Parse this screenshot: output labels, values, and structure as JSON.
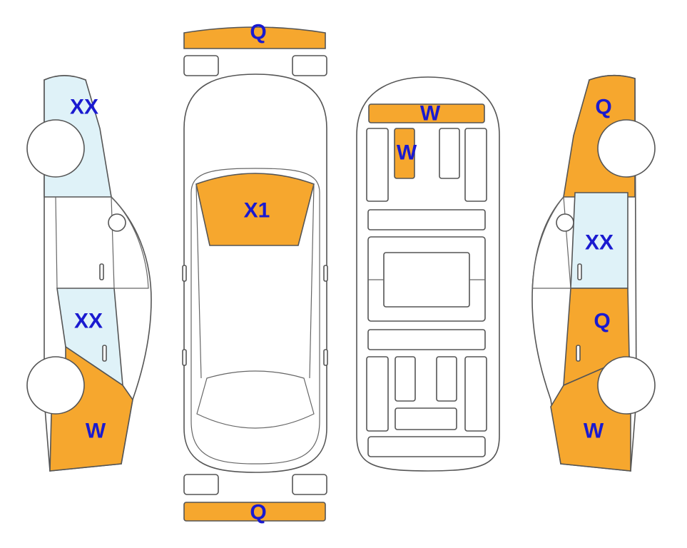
{
  "colors": {
    "label": "#1a1ad0",
    "Q": "#f6a72e",
    "W": "#f6a72e",
    "X1": "#f6a72e",
    "XX": "#dff2f8",
    "outline": "#555555"
  },
  "front_bumper": {
    "code": "Q"
  },
  "rear_bumper": {
    "code": "Q"
  },
  "windshield": {
    "code": "X1"
  },
  "underbody": {
    "top_panel": {
      "code": "W"
    },
    "inner_panel": {
      "code": "W"
    }
  },
  "left_side": {
    "front_fender": {
      "code": "XX"
    },
    "rear_door": {
      "code": "XX"
    },
    "rear_quarter": {
      "code": "W"
    }
  },
  "right_side": {
    "front_fender": {
      "code": "Q"
    },
    "front_door": {
      "code": "XX"
    },
    "rear_door": {
      "code": "Q"
    },
    "rear_quarter": {
      "code": "W"
    }
  }
}
